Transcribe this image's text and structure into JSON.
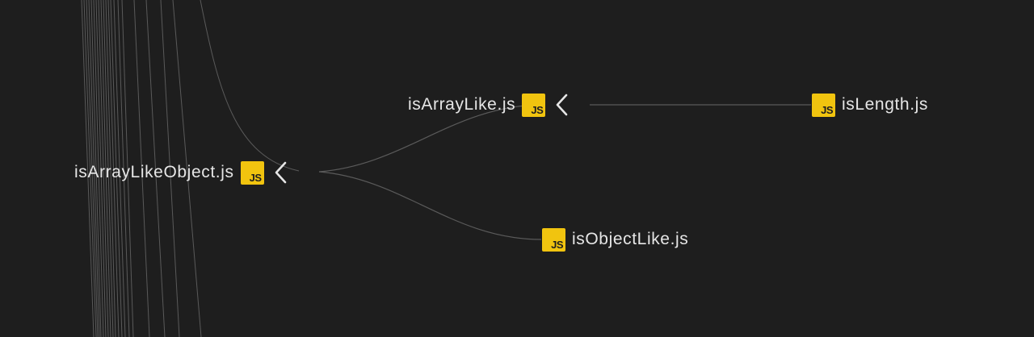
{
  "colors": {
    "background": "#1e1e1e",
    "edge": "#5a5a5a",
    "label": "#e6e6e6",
    "js_icon": "#f1c40f"
  },
  "nodes": {
    "isArrayLikeObject": {
      "label": "isArrayLikeObject.js",
      "icon": "JS"
    },
    "isArrayLike": {
      "label": "isArrayLike.js",
      "icon": "JS"
    },
    "isLength": {
      "label": "isLength.js",
      "icon": "JS"
    },
    "isObjectLike": {
      "label": "isObjectLike.js",
      "icon": "JS"
    }
  },
  "edges": [
    {
      "from": "isArrayLikeObject",
      "to": "isArrayLike"
    },
    {
      "from": "isArrayLikeObject",
      "to": "isObjectLike"
    },
    {
      "from": "isArrayLike",
      "to": "isLength"
    }
  ]
}
